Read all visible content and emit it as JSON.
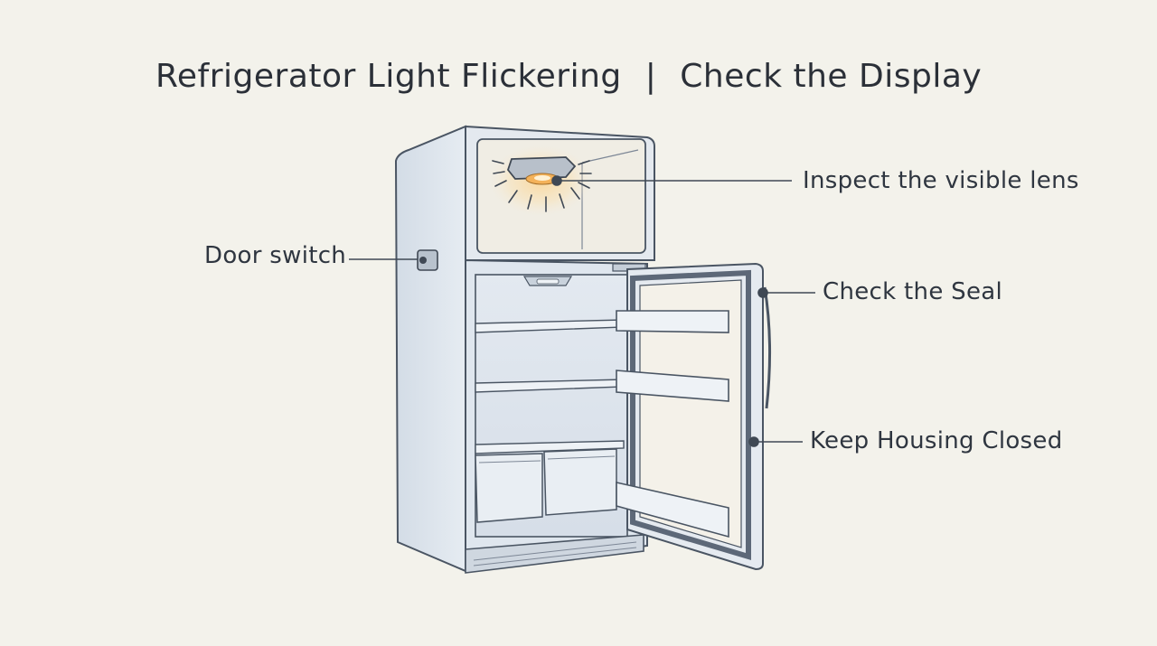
{
  "header": {
    "title": "Refrigerator Light Flickering",
    "separator": "|",
    "subtitle": "Check the Display"
  },
  "callouts": {
    "lens": "Inspect the visible lens",
    "door_switch": "Door switch",
    "seal": "Check the Seal",
    "housing": "Keep Housing Closed"
  },
  "colors": {
    "background": "#f3f2eb",
    "outline": "#4a5563",
    "body_fill": "#dfe6ee",
    "interior_fill": "#e8edf3",
    "glow": "#f6c87a",
    "seal": "#5d6878"
  }
}
